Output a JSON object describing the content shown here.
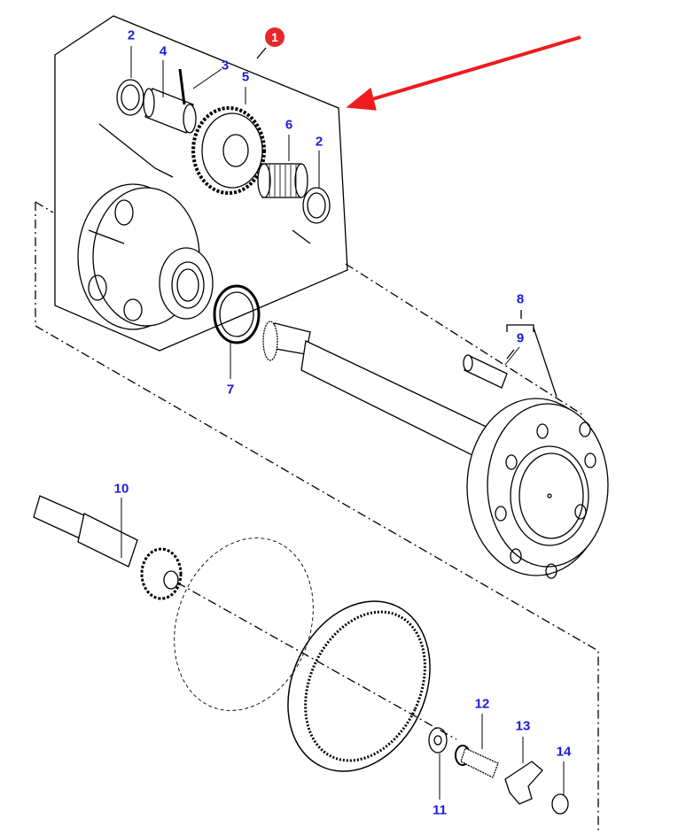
{
  "diagram": {
    "assembly_badge": "1",
    "labels": [
      "2",
      "4",
      "3",
      "5",
      "6",
      "2",
      "7",
      "8",
      "9",
      "10",
      "11",
      "12",
      "13",
      "14"
    ],
    "colors": {
      "label": "#1a1adc",
      "badge": "#e8262a",
      "arrow": "#ee1c1c",
      "line": "#000000"
    }
  }
}
